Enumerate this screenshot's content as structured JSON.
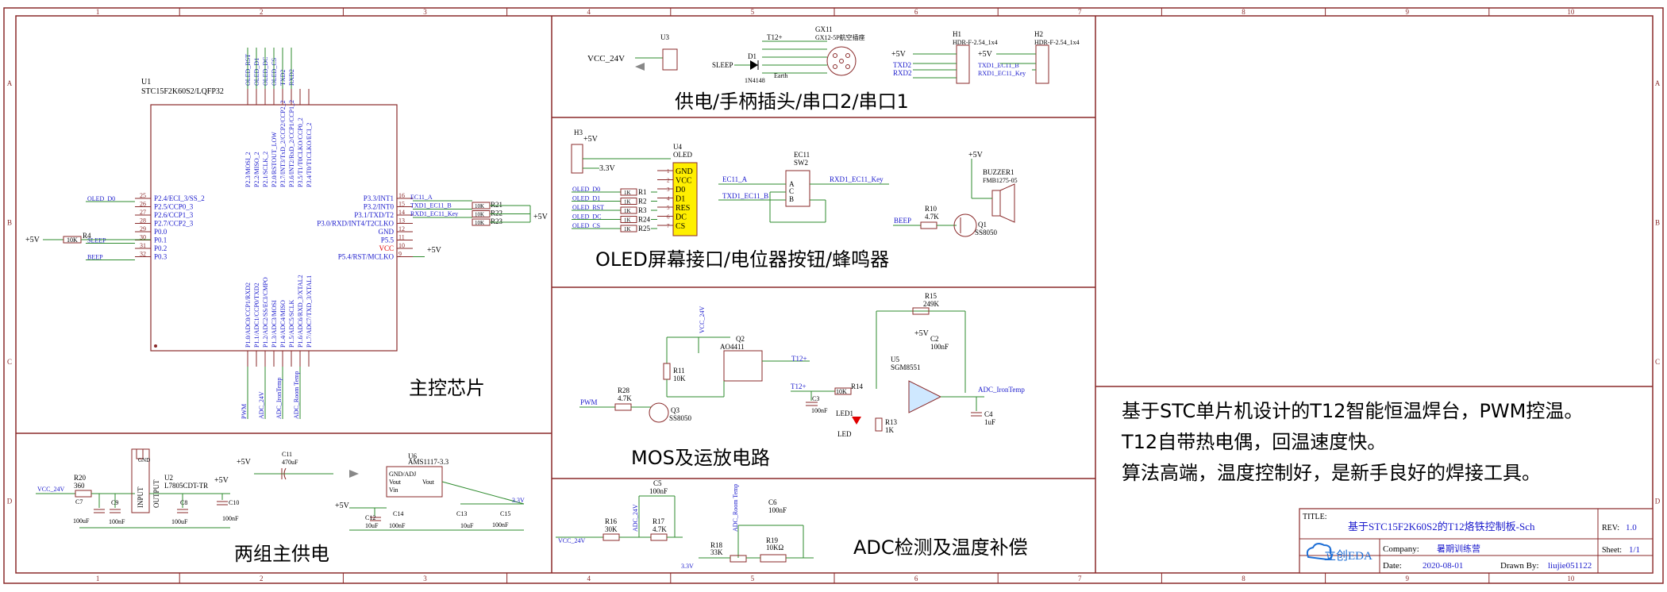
{
  "border": {
    "columns": [
      "1",
      "2",
      "3",
      "4",
      "5",
      "6",
      "7",
      "8",
      "9",
      "10"
    ],
    "rows": [
      "A",
      "B",
      "C",
      "D"
    ]
  },
  "section_titles": {
    "main_chip": "主控芯片",
    "power_supply": "两组主供电",
    "power_socket": "供电/手柄插头/串口2/串口1",
    "oled": "OLED屏幕接口/电位器按钮/蜂鸣器",
    "mos": "MOS及运放电路",
    "adc": "ADC检测及温度补偿"
  },
  "description": {
    "line1": "基于STC单片机设计的T12智能恒温焊台，PWM控温。",
    "line2": "T12自带热电偶，回温速度快。",
    "line3": "算法高端，温度控制好，是新手良好的焊接工具。"
  },
  "title_block": {
    "title_label": "TITLE:",
    "title_value": "基于STC15F2K60S2的T12烙铁控制板-Sch",
    "rev_label": "REV:",
    "rev_value": "1.0",
    "company_label": "Company:",
    "company_value": "暑期训练营",
    "sheet_label": "Sheet:",
    "sheet_value": "1/1",
    "date_label": "Date:",
    "date_value": "2020-08-01",
    "drawn_label": "Drawn By:",
    "drawn_value": "liujie051122",
    "logo_text": "立创EDA"
  },
  "main_chip": {
    "ref": "U1",
    "part": "STC15F2K60S2/LQFP32",
    "left_pins": [
      {
        "num": "25",
        "name": "P2.4/ECI_3/SS_2",
        "net": "OLED_D0"
      },
      {
        "num": "26",
        "name": "P2.5/CCP0_3",
        "net": ""
      },
      {
        "num": "27",
        "name": "P2.6/CCP1_3",
        "net": ""
      },
      {
        "num": "28",
        "name": "P2.7/CCP2_3",
        "net": ""
      },
      {
        "num": "29",
        "name": "P0.0",
        "net": ""
      },
      {
        "num": "30",
        "name": "P0.1",
        "net": "SLEEP"
      },
      {
        "num": "31",
        "name": "P0.2",
        "net": ""
      },
      {
        "num": "32",
        "name": "P0.3",
        "net": "BEEP"
      }
    ],
    "right_pins": [
      {
        "num": "16",
        "name": "P3.3/INT1",
        "net": "EC11_A"
      },
      {
        "num": "15",
        "name": "P3.2/INT0",
        "net": "TXD1_EC11_B"
      },
      {
        "num": "14",
        "name": "P3.1/TXD/T2",
        "net": "RXD1_EC11_Key"
      },
      {
        "num": "13",
        "name": "P3.0/RXD/INT4/T2CLKO",
        "net": ""
      },
      {
        "num": "12",
        "name": "GND",
        "net": ""
      },
      {
        "num": "11",
        "name": "P5.5",
        "net": ""
      },
      {
        "num": "10",
        "name": "VCC",
        "net": ""
      },
      {
        "num": "9",
        "name": "P5.4/RST/MCLKO",
        "net": "+5V"
      }
    ],
    "top_pins": [
      "P2.3/MOSI_2",
      "P2.2/MISO_2",
      "P2.1/SCLK_2",
      "P2.0/RSTOUT_LOW",
      "P3.7/INT3/TxD_2/CCP2/CCP2_2",
      "P3.6/INT2/RxD_2/CCP1/CCP1_2",
      "P3.5/T1/T0CLKO/CCP0_2",
      "P3.4/T0/T1CLKO/ECI_2"
    ],
    "top_nets": [
      "OLED_RST",
      "OLED_D1",
      "OLED_DC",
      "OLED_CS",
      "TXD2",
      "RXD2"
    ],
    "bottom_pins": [
      "P1.0/ADC0/CCP1/RXD2",
      "P1.1/ADC1/CCP0/TXD2",
      "P1.2/ADC2/SS/ECI/CMPO",
      "P1.3/ADC3/MOSI",
      "P1.4/ADC4/MISO",
      "P1.5/ADC5/SCLK",
      "P1.6/ADC6/RXD_3/XTAL2",
      "P1.7/ADC7/TXD_3/XTAL1"
    ],
    "bottom_nets": [
      "PWM",
      "ADC_24V",
      "ADC_IronTemp",
      "ADC_Room Temp"
    ],
    "r4_ref": "R4",
    "r4_val": "10K",
    "vcc_label": "+5V",
    "r21_23": [
      {
        "ref": "R21",
        "val": "10K"
      },
      {
        "ref": "R22",
        "val": "10K"
      },
      {
        "ref": "R23",
        "val": "10K"
      }
    ]
  },
  "power": {
    "vcc24": "VCC_24V",
    "r20_ref": "R20",
    "r20_val": "360",
    "c7_ref": "C7",
    "c7_val": "100uF",
    "c9_ref": "C9",
    "c9_val": "100nF",
    "u2_ref": "U2",
    "u2_part": "L7805CDT-TR",
    "u2_pins": [
      "INPUT",
      "GND",
      "OUTPUT"
    ],
    "c8_ref": "C8",
    "c8_val": "100uF",
    "c10_ref": "C10",
    "c10_val": "100nF",
    "plus5": "+5V",
    "c11_ref": "C11",
    "c11_val": "470uF",
    "u6_ref": "U6",
    "u6_part": "AMS1117-3.3",
    "u6_pins": [
      "GND/ADJ",
      "Vout",
      "Vin",
      "Vout"
    ],
    "c12_ref": "C12",
    "c12_val": "10uF",
    "c14_ref": "C14",
    "c14_val": "100nF",
    "c13_ref": "C13",
    "c13_val": "10uF",
    "c15_ref": "C15",
    "c15_val": "100nF",
    "v33": "3.3V"
  },
  "socket": {
    "vcc24": "VCC_24V",
    "u3_ref": "U3",
    "gx_ref": "GX11",
    "gx_part": "GX12-5P航空插座",
    "t12": "T12+",
    "sleep": "SLEEP",
    "earth": "Earth",
    "d1_ref": "D1",
    "d1_part": "1N4148",
    "h1_ref": "H1",
    "h1_part": "HDR-F-2.54_1x4",
    "h2_ref": "H2",
    "h2_part": "HDR-F-2.54_1x4",
    "h1_nets": [
      "+5V",
      "TXD2",
      "RXD2"
    ],
    "h2_nets": [
      "+5V",
      "TXD1_EC11_B",
      "RXD1_EC11_Key"
    ]
  },
  "oled": {
    "h3_ref": "H3",
    "plus5": "+5V",
    "v33": "3.3V",
    "u4_ref": "U4",
    "u4_part": "OLED",
    "u4_pins": [
      "GND",
      "VCC",
      "D0",
      "D1",
      "RES",
      "DC",
      "CS"
    ],
    "nets": [
      "OLED_D0",
      "OLED_D1",
      "OLED_RST",
      "OLED_DC",
      "OLED_CS"
    ],
    "res": [
      {
        "ref": "R1",
        "val": "1K"
      },
      {
        "ref": "R2",
        "val": "1K"
      },
      {
        "ref": "R3",
        "val": "1K"
      },
      {
        "ref": "R24",
        "val": "1K"
      },
      {
        "ref": "R25",
        "val": "1K"
      }
    ],
    "ec11_ref": "EC11",
    "sw_ref": "SW2",
    "ec11_a": "EC11_A",
    "ec11_b": "TXD1_EC11_B",
    "ec11_key": "RXD1_EC11_Key",
    "buzzer_ref": "BUZZER1",
    "buzzer_part": "FMB1275-05",
    "r10_ref": "R10",
    "r10_val": "4.7K",
    "beep": "BEEP",
    "q1_ref": "Q1",
    "q1_part": "SS8050"
  },
  "mos": {
    "vcc24": "VCC_24V",
    "q2_ref": "Q2",
    "q2_part": "AO4411",
    "r11_ref": "R11",
    "r11_val": "10K",
    "r28_ref": "R28",
    "r28_val": "4.7K",
    "pwm": "PWM",
    "q3_ref": "Q3",
    "q3_part": "SS8050",
    "t12": "T12+",
    "c3_ref": "C3",
    "c3_val": "100nF",
    "r14_ref": "R14",
    "r14_val": "10K",
    "led_ref": "LED1",
    "led_label": "LED",
    "r13_ref": "R13",
    "r13_val": "1K",
    "r15_ref": "R15",
    "r15_val": "249K",
    "u5_ref": "U5",
    "u5_part": "SGM8551",
    "c2_ref": "C2",
    "c2_val": "100nF",
    "c4_ref": "C4",
    "c4_val": "1uF",
    "adc_iron": "ADC_IronTemp",
    "plus5": "+5V"
  },
  "adc": {
    "vcc24": "VCC_24V",
    "r16_ref": "R16",
    "r16_val": "30K",
    "r17_ref": "R17",
    "r17_val": "4.7K",
    "c5_ref": "C5",
    "c5_val": "100nF",
    "adc24": "ADC_24V",
    "adc_room": "ADC_Room Temp",
    "c6_ref": "C6",
    "c6_val": "100nF",
    "r18_ref": "R18",
    "r18_val": "33K",
    "r19_ref": "R19",
    "r19_val": "10KΩ",
    "v33": "3.3V"
  }
}
